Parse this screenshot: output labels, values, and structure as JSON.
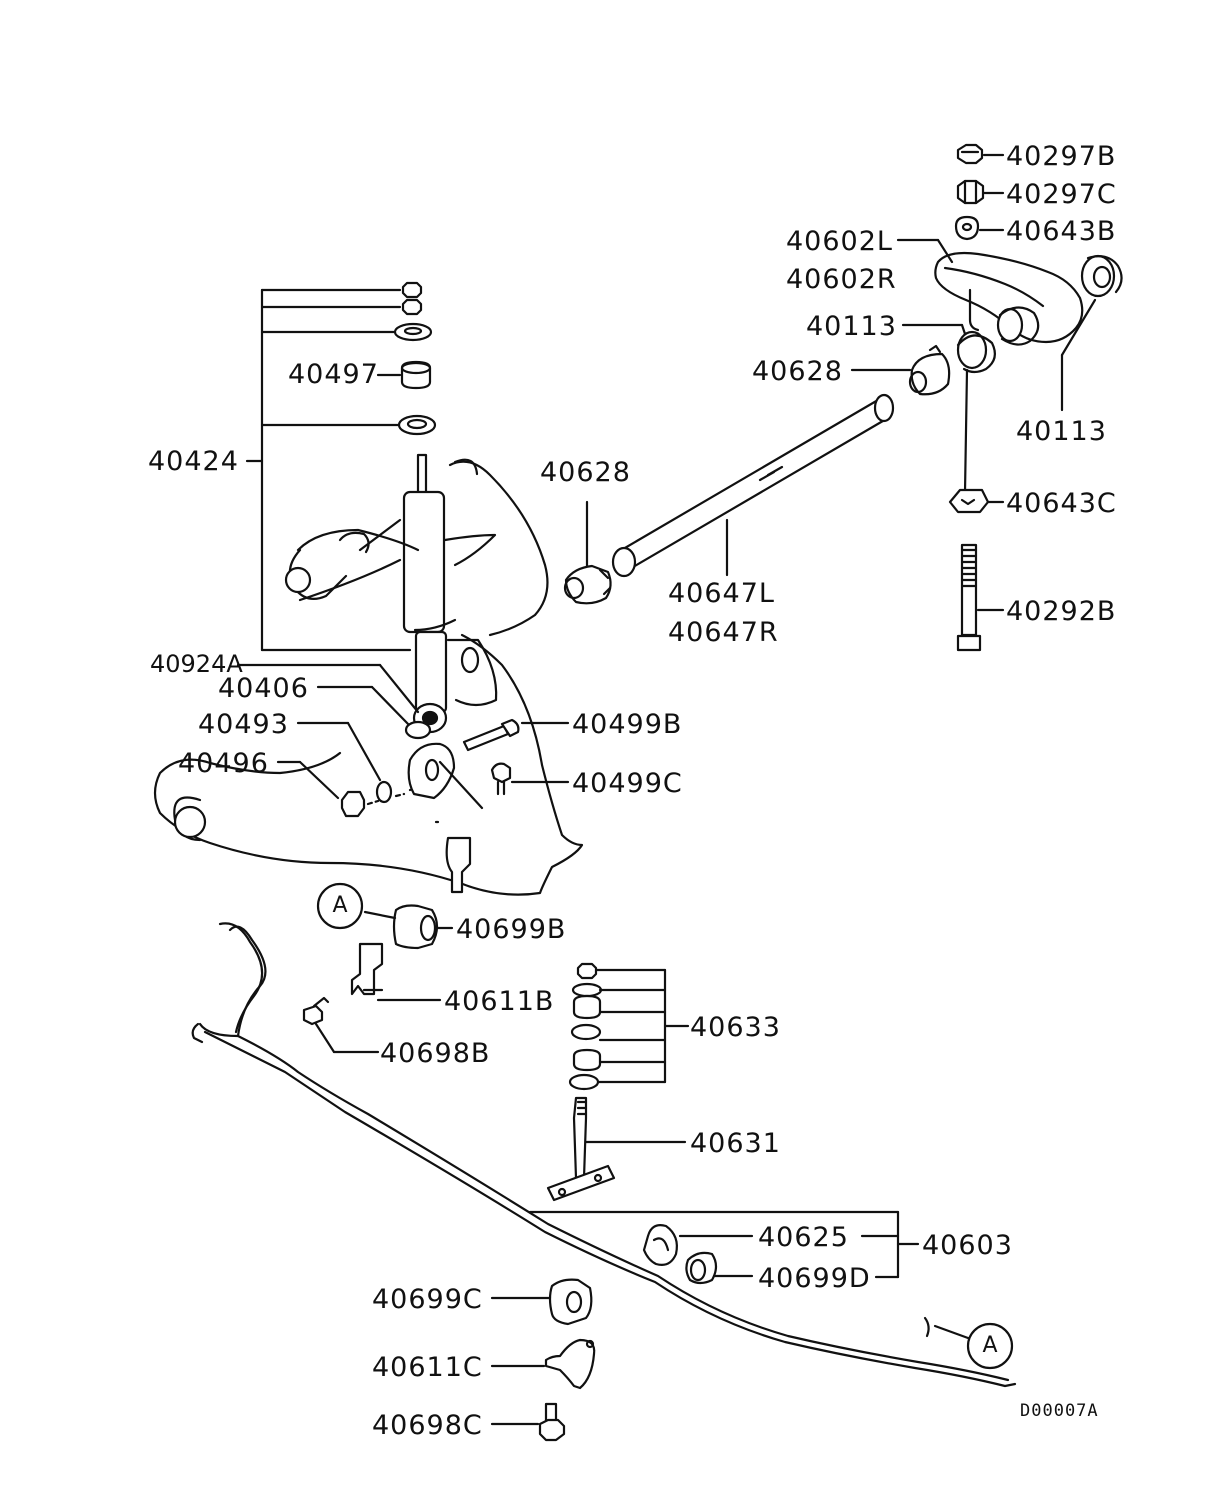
{
  "diagram": {
    "drawing_code": "D00007A",
    "reference_marker": "A",
    "callouts": [
      {
        "id": "40297B",
        "label": "40297B"
      },
      {
        "id": "40297C",
        "label": "40297C"
      },
      {
        "id": "40643B",
        "label": "40643B"
      },
      {
        "id": "40602L",
        "label": "40602L"
      },
      {
        "id": "40602R",
        "label": "40602R"
      },
      {
        "id": "40113a",
        "label": "40113"
      },
      {
        "id": "40628a",
        "label": "40628"
      },
      {
        "id": "40113b",
        "label": "40113"
      },
      {
        "id": "40497",
        "label": "40497"
      },
      {
        "id": "40424",
        "label": "40424"
      },
      {
        "id": "40628b",
        "label": "40628"
      },
      {
        "id": "40643C",
        "label": "40643C"
      },
      {
        "id": "40647L",
        "label": "40647L"
      },
      {
        "id": "40647R",
        "label": "40647R"
      },
      {
        "id": "40292B",
        "label": "40292B"
      },
      {
        "id": "40924A",
        "label": "40924A"
      },
      {
        "id": "40406",
        "label": "40406"
      },
      {
        "id": "40493",
        "label": "40493"
      },
      {
        "id": "40499B",
        "label": "40499B"
      },
      {
        "id": "40496",
        "label": "40496"
      },
      {
        "id": "40499C",
        "label": "40499C"
      },
      {
        "id": "40699B",
        "label": "40699B"
      },
      {
        "id": "40611B",
        "label": "40611B"
      },
      {
        "id": "40633",
        "label": "40633"
      },
      {
        "id": "40698B",
        "label": "40698B"
      },
      {
        "id": "40631",
        "label": "40631"
      },
      {
        "id": "40625",
        "label": "40625"
      },
      {
        "id": "40603",
        "label": "40603"
      },
      {
        "id": "40699D",
        "label": "40699D"
      },
      {
        "id": "40699C",
        "label": "40699C"
      },
      {
        "id": "40611C",
        "label": "40611C"
      },
      {
        "id": "40698C",
        "label": "40698C"
      }
    ]
  }
}
